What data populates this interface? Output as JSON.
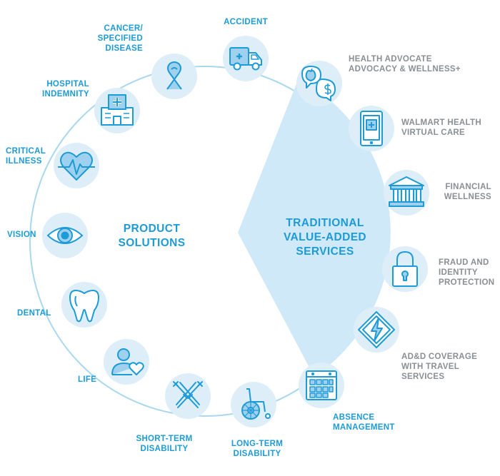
{
  "product_solutions_title": "PRODUCT\nSOLUTIONS",
  "value_added_title": "TRADITIONAL\nVALUE-ADDED\nSERVICES",
  "product_items": [
    {
      "label": "ACCIDENT",
      "icon": "ambulance-icon"
    },
    {
      "label": "CANCER/\nSPECIFIED\nDISEASE",
      "icon": "ribbon-icon"
    },
    {
      "label": "HOSPITAL\nINDEMNITY",
      "icon": "hospital-icon"
    },
    {
      "label": "CRITICAL\nILLNESS",
      "icon": "heartbeat-icon"
    },
    {
      "label": "VISION",
      "icon": "eye-icon"
    },
    {
      "label": "DENTAL",
      "icon": "tooth-icon"
    },
    {
      "label": "LIFE",
      "icon": "person-heart-icon"
    },
    {
      "label": "SHORT-TERM\nDISABILITY",
      "icon": "crutches-icon"
    },
    {
      "label": "LONG-TERM\nDISABILITY",
      "icon": "wheelchair-icon"
    },
    {
      "label": "ABSENCE\nMANAGEMENT",
      "icon": "calendar-icon"
    }
  ],
  "service_items": [
    {
      "label": "HEALTH ADVOCATE\nADVOCACY & WELLNESS+",
      "icon": "apple-dollar-chat-icon"
    },
    {
      "label": "WALMART HEALTH\nVIRTUAL CARE",
      "icon": "tablet-medical-icon"
    },
    {
      "label": "FINANCIAL\nWELLNESS",
      "icon": "bank-icon"
    },
    {
      "label": "FRAUD AND\nIDENTITY\nPROTECTION",
      "icon": "padlock-icon"
    },
    {
      "label": "AD&D COVERAGE\nWITH TRAVEL\nSERVICES",
      "icon": "lightning-shield-icon"
    }
  ],
  "colors": {
    "label_blue": "#1d9bd6",
    "label_gray": "#8a8f94",
    "ring": "#a9d8ee",
    "node_fill": "#deeef8",
    "icon_blue": "#1d9bd6",
    "icon_light": "#9fd1ee",
    "region_fill": "#cfe9f8"
  }
}
